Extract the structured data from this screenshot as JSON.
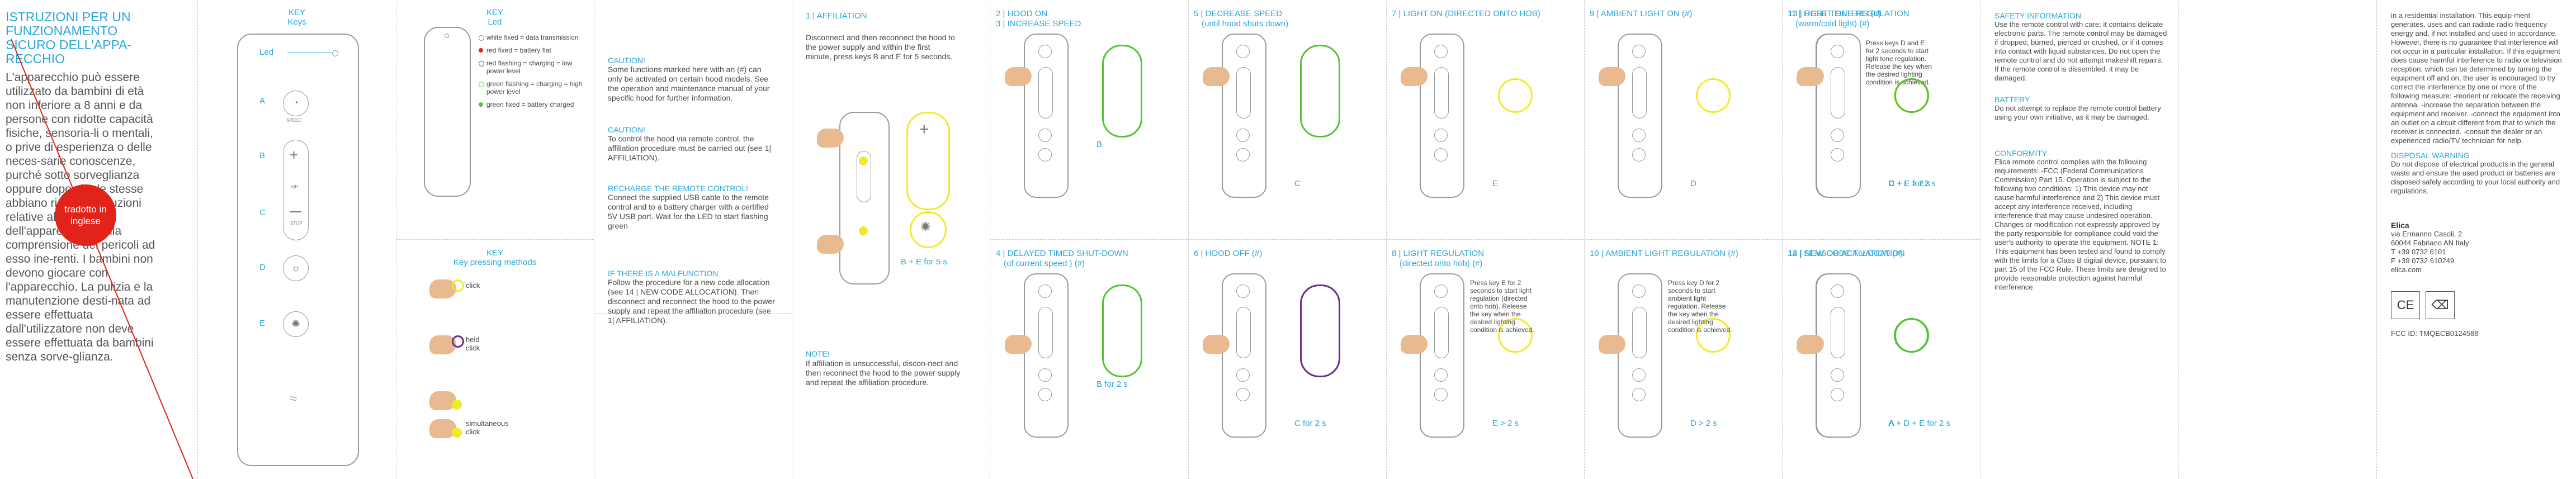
{
  "colors": {
    "accent": "#2aa7d6",
    "stamp": "#e2231a",
    "led_green": "#55c23a",
    "led_yellow": "#f3e92a",
    "led_purple": "#6a2a8e",
    "skin": "#e9b98f"
  },
  "italian": {
    "title": "ISTRUZIONI PER UN FUNZIONAMENTO SICURO DELL'APPA-RECCHIO",
    "body": "L'apparecchio può essere utilizzato da bambini di età non inferiore a 8 anni e da persone con ridotte capacità fisiche, sensoria-li o mentali, o prive di esperienza o delle neces-sarie conoscenze, purché sotto sorveglianza oppure dopo che le stesse abbiano ricevuto istruzioni relative all'uso sicuro dell'apparecchio e alla comprensione dei pericoli ad esso ine-renti. I bambini non devono giocare con l'apparecchio. La pulizia e la manutenzione desti-nata ad essere effettuata dall'utilizzatore non deve essere effettuata da bambini senza sorve-glianza.",
    "stamp": "tradotto in inglese"
  },
  "key_keys": {
    "title": "KEY",
    "subtitle": "Keys",
    "led": "Led",
    "items": [
      "A",
      "B",
      "C",
      "D",
      "E"
    ],
    "speed": "SPEED",
    "air": "AIR",
    "stop": "STOP"
  },
  "key_led": {
    "title": "KEY",
    "subtitle": "Led",
    "items": [
      "white fixed = data transmission",
      "red fixed = battery flat",
      "red flashing = charging = low power level",
      "green flashing = charging = high power level",
      "green fixed = battery charged"
    ]
  },
  "key_press": {
    "title": "KEY",
    "subtitle": "Key pressing methods",
    "items": [
      "click",
      "held click",
      "simultaneous click"
    ]
  },
  "caution": {
    "c1_title": "CAUTION!",
    "c1_body": "Some functions marked here with an (#) can only be activated on certain hood models. See the operation and maintenance manual of your specific hood for further information.",
    "c2_title": "CAUTION!",
    "c2_body": "To control the hood via remote control, the affiliation procedure must be carried out (see 1| AFFILIATION).",
    "r_title": "RECHARGE THE REMOTE CONTROL!",
    "r_body": "Connect the supplied USB cable to the remote control and to a battery charger with a certified 5V USB port. Wait for the LED to start flashing green",
    "m_title": "IF THERE IS A MALFUNCTION",
    "m_body": "Follow the procedure for a new code allocation (see 14 | NEW CODE ALLOCATION). Then disconnect and reconnect the hood to the power supply and repeat the affiliation procedure (see 1| AFFILIATION)."
  },
  "affiliation": {
    "title": "1 | AFFILIATION",
    "body": "Disconnect and then reconnect the hood to the power supply and within the first minute, press keys B and E for 5 seconds.",
    "caption": "B + E for 5 s",
    "note_title": "NOTE!",
    "note_body": "If affiliation is unsuccessful, discon-nect and then reconnect the hood to the power supply and repeat the affiliation procedure."
  },
  "steps": [
    {
      "title": "2 | HOOD ON",
      "title2": "3 | INCREASE SPEED",
      "caption": "B"
    },
    {
      "title": "4 | DELAYED TIMED SHUT-DOWN",
      "sub": "(of current speed ) (#)",
      "caption": "B for 2 s"
    },
    {
      "title": "5 | DECREASE SPEED",
      "sub": "(until hood shuts down)",
      "caption": "C"
    },
    {
      "title": "6 | HOOD OFF (#)",
      "caption": "C for 2 s"
    },
    {
      "title": "7 | LIGHT ON (directed onto hob)",
      "caption": "E"
    },
    {
      "title": "8 | LIGHT REGULATION",
      "sub": "(directed onto hob) (#)",
      "body": "Press key E for 2 seconds to start light regulation (directed onto hob). Release the key when the desired lighting condition is achieved.",
      "caption": "E > 2 s"
    },
    {
      "title": "9 | AMBIENT LIGHT ON (#)",
      "caption": "D"
    },
    {
      "title": "10 | AMBIENT LIGHT REGULATION (#)",
      "body": "Press key D for 2 seconds to start ambient light regulation. Release the key when the desired lighting condition is achieved.",
      "caption": "D > 2 s"
    },
    {
      "title": "11 | LIGHT TONE REGULATION",
      "sub": "(warm/cold light) (#)",
      "body": "Press keys D and E for 2 seconds to start light tone regulation. Release the key when the desired lighting condition is achieved.",
      "caption": "D + E > 2 s"
    },
    {
      "title": "12 | SENSOR ACTIVATION (#)",
      "caption": "A"
    },
    {
      "title": "13 | RESET FILTERS (#)",
      "caption": "C + E for 2 s"
    },
    {
      "title": "14 | NEW CODE ALLOCATION",
      "caption": "A + D + E for 2 s"
    }
  ],
  "safety": {
    "title": "SAFETY INFORMATION",
    "body": "Use the remote control with care; it contains delicate electronic parts. The remote control may be damaged if dropped, burned, pierced or crushed, or if it comes into contact with liquid substances. Do not open the remote control and do not attempt makeshift repairs. If the remote control is dissembled, it may be damaged.",
    "battery_title": "BATTERY",
    "battery_body": "Do not attempt to replace the remote control battery using your own initiative, as it may be damaged.",
    "conf_title": "CONFORMITY",
    "conf_body": "Elica remote control complies with the following requirements: -FCC (Federal Communications Commission) Part 15. Operation is subject to the following two conditions: 1) This device may not cause harmful interference and 2) This device must accept any interference received, including interference that may cause undesired operation. Changes or modification not expressly approved by the party responsible for compliance could void the user's authority to operate the equipment. NOTE 1: This equipment has been tested and found to comply with the limits for a Class B digital device, pursuant to part 15 of the FCC Rule. These limits are designed to provide reasonable protection against harmful interference"
  },
  "last": {
    "body": "in a residential installation. This equip-ment generates, uses and can radiate radio frequency energy and, if not installed and used in accordance. However, there is no guarantee that interference will not occur in a particular installation. If this equipment does cause harmful interference to radio or television reception, which can be determined by turning the equipment off and on, the user is encouraged to try correct the interference by one or more of the following measure: -reorient or relocate the receiving antenna. -increase the separation between the equipment and receiver. -connect the equipment into an outlet on a circuit different from that to which the receiver is connected. -consult the dealer or an experienced radio/TV technician for help.",
    "disposal_title": "DISPOSAL WARNING",
    "disposal_body": "Do not dispose of electrical products in the general waste and ensure the used product or batteries are disposed safely according to your local authority and regulations.",
    "company": "Elica",
    "address": [
      "via Ermanno Casoli, 2",
      "60044 Fabriano AN  Italy",
      "T +39 0732 6101",
      "F +39 0732 610249",
      "elica.com"
    ],
    "ce": "CE",
    "fcc": "FCC ID: TMQECB0124588"
  }
}
